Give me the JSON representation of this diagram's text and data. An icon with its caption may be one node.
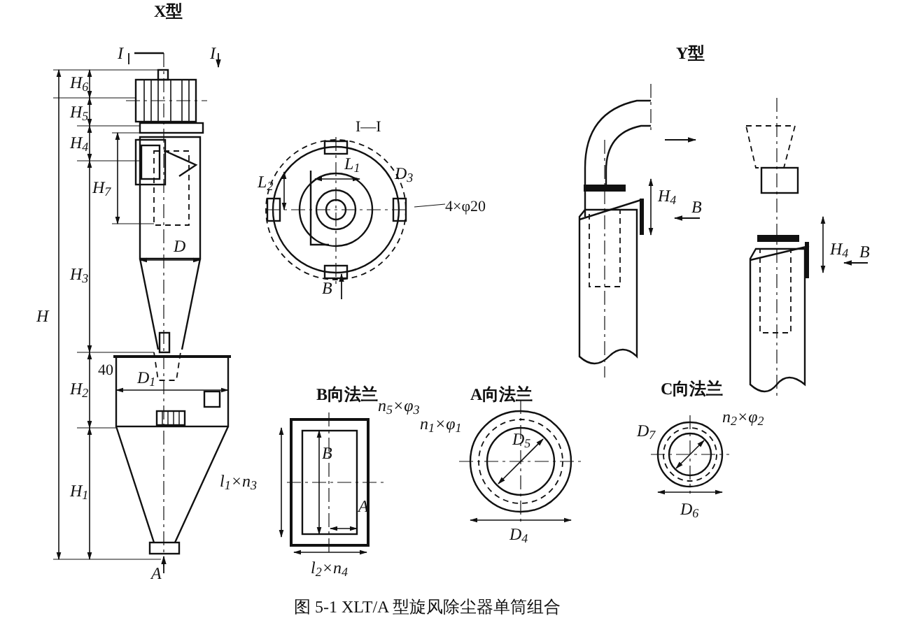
{
  "diagram": {
    "caption": "图 5-1   XLT/A 型旋风除尘器单筒组合",
    "labels": [
      "X型",
      "I",
      "I",
      "H$_{6}$",
      "H$_{5}$",
      "H$_{4}$",
      "H$_{7}$",
      "H$_{3}$",
      "D",
      "H",
      "H$_{2}$",
      "40",
      "D$_{1}$",
      "H$_{1}$",
      "A",
      "I—I",
      "L$_{1}$",
      "D$_{3}$",
      "L$_{2}$",
      "4×φ20",
      "B",
      "Y型",
      "H$_{4}$",
      "B",
      "H$_{4}$",
      "B",
      "B向法兰",
      "n$_{5}$×φ$_{3}$",
      "l$_{1}$×n$_{3}$",
      "B",
      "A",
      "l$_{2}$×n$_{4}$",
      "A向法兰",
      "n$_{1}$×φ$_{1}$",
      "D$_{5}$",
      "D$_{4}$",
      "C向法兰",
      "n$_{2}$×φ$_{2}$",
      "D$_{7}$",
      "D$_{6}$"
    ]
  }
}
